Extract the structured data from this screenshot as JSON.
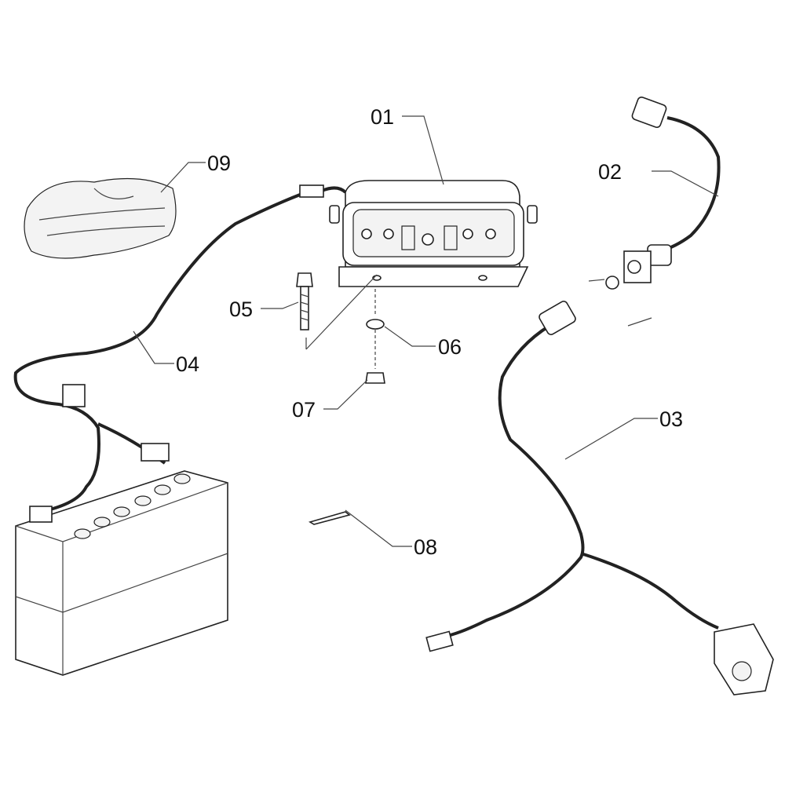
{
  "title": "Exploded parts diagram - control panel wiring",
  "callouts": [
    {
      "id": "01",
      "part": "control-panel"
    },
    {
      "id": "02",
      "part": "socket-cable"
    },
    {
      "id": "03",
      "part": "main-harness"
    },
    {
      "id": "04",
      "part": "battery-cable"
    },
    {
      "id": "05",
      "part": "bolt"
    },
    {
      "id": "06",
      "part": "washer"
    },
    {
      "id": "07",
      "part": "nut"
    },
    {
      "id": "08",
      "part": "cable-tie"
    },
    {
      "id": "09",
      "part": "gloves"
    }
  ]
}
